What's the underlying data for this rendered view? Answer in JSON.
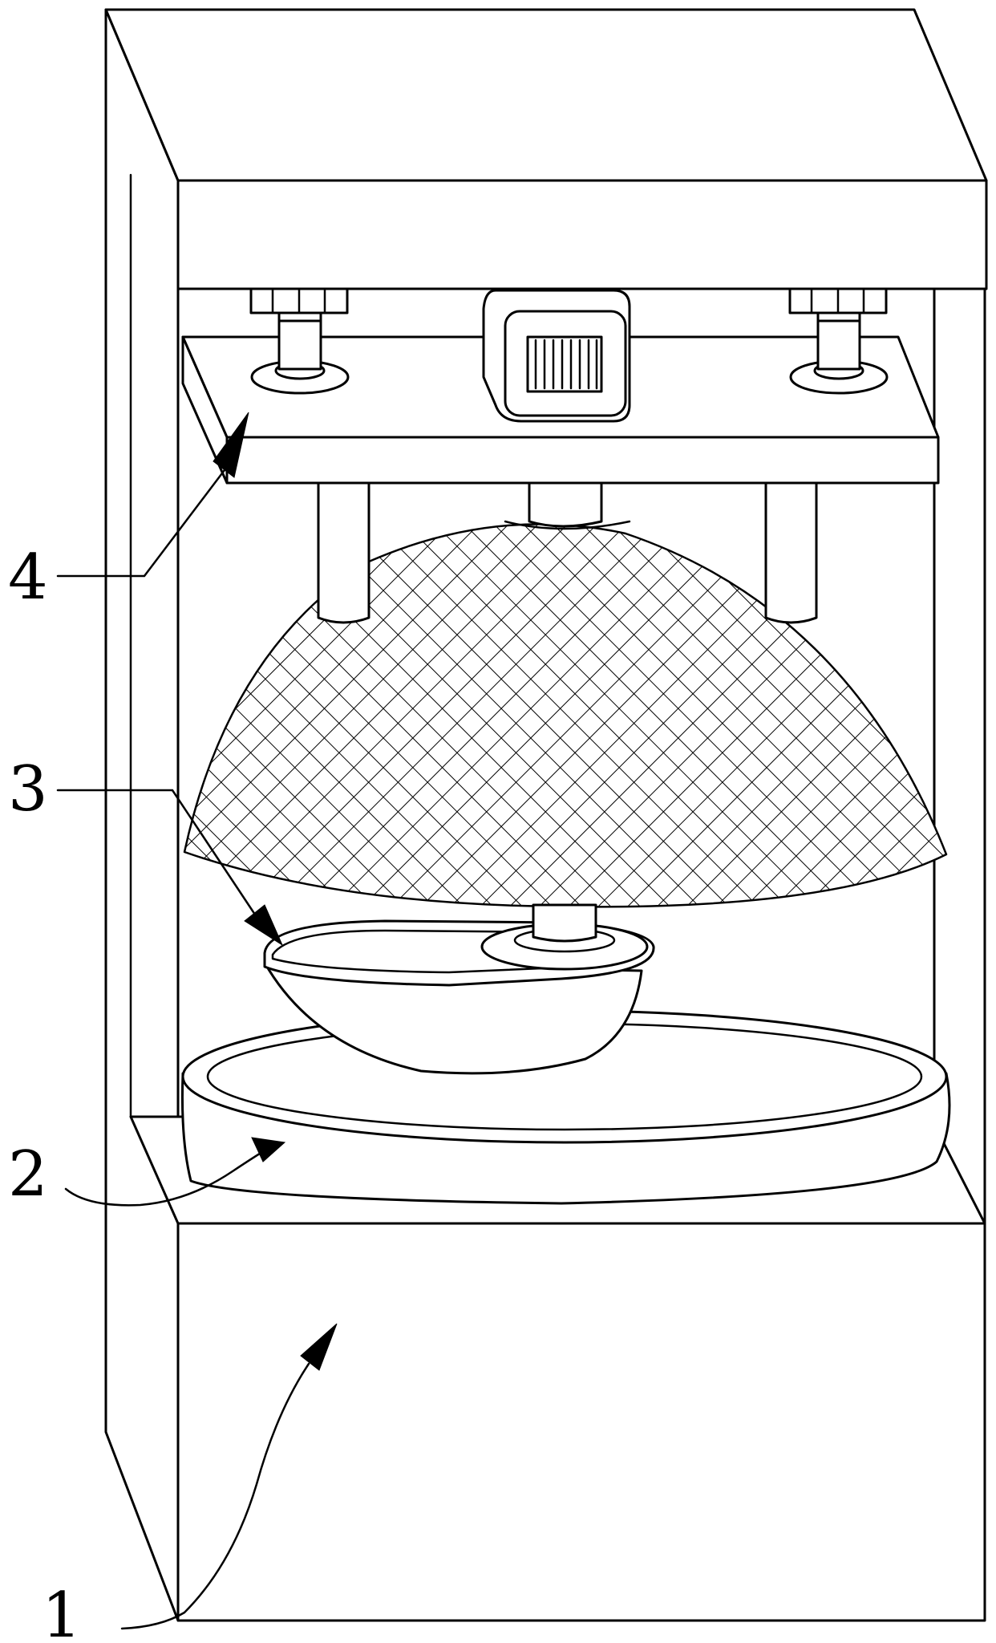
{
  "figure": {
    "callouts": [
      {
        "id": "1",
        "label": "1"
      },
      {
        "id": "2",
        "label": "2"
      },
      {
        "id": "3",
        "label": "3"
      },
      {
        "id": "4",
        "label": "4"
      }
    ],
    "colors": {
      "line": "#000000",
      "fill": "#ffffff"
    }
  }
}
